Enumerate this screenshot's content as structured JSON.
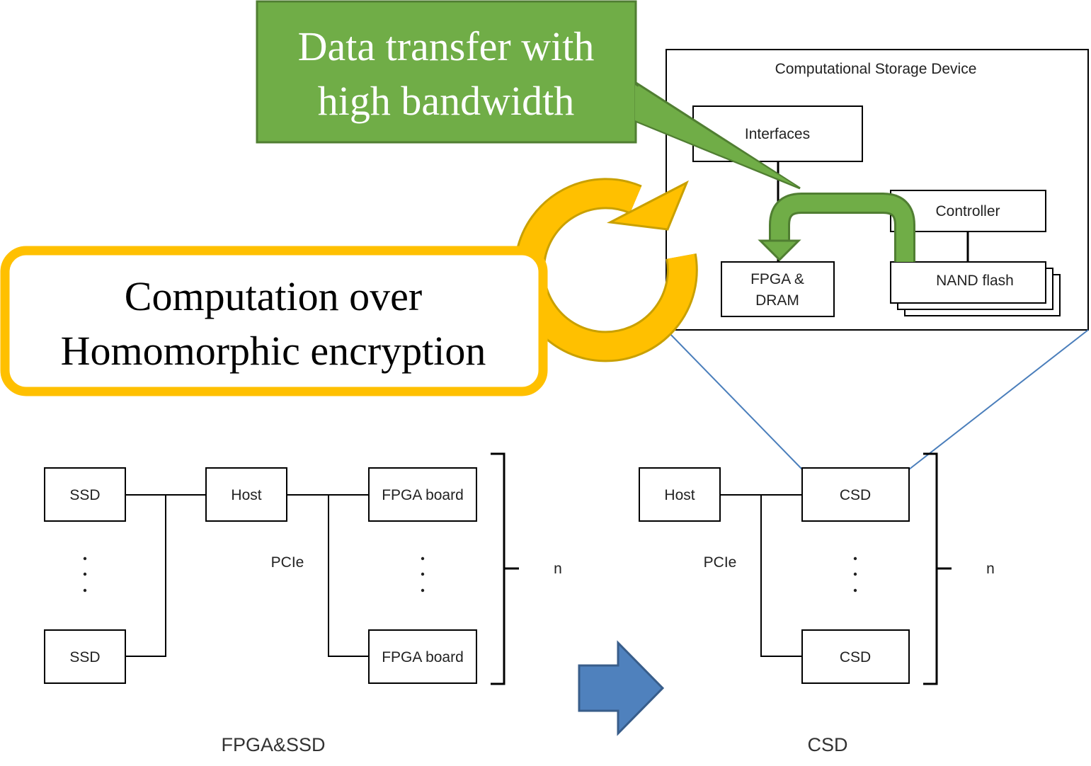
{
  "callouts": {
    "data_transfer": [
      "Data transfer with",
      "high bandwidth"
    ],
    "computation": [
      "Computation over",
      "Homomorphic encryption"
    ]
  },
  "csd_detail": {
    "title": "Computational Storage Device",
    "interfaces": "Interfaces",
    "controller": "Controller",
    "fpga_dram": [
      "FPGA &",
      "DRAM"
    ],
    "nand": "NAND flash"
  },
  "left_system": {
    "ssd_top": "SSD",
    "ssd_bottom": "SSD",
    "host": "Host",
    "fpga_top": "FPGA board",
    "fpga_bottom": "FPGA board",
    "bus": "PCIe",
    "count": "n",
    "caption": "FPGA&SSD"
  },
  "right_system": {
    "host": "Host",
    "csd_top": "CSD",
    "csd_bottom": "CSD",
    "bus": "PCIe",
    "count": "n",
    "caption": "CSD"
  },
  "colors": {
    "green": "#70ad47",
    "green_dark": "#507e32",
    "yellow": "#ffc000",
    "blue_arrow": "#4f81bd",
    "blue_line": "#4a7ebb"
  }
}
